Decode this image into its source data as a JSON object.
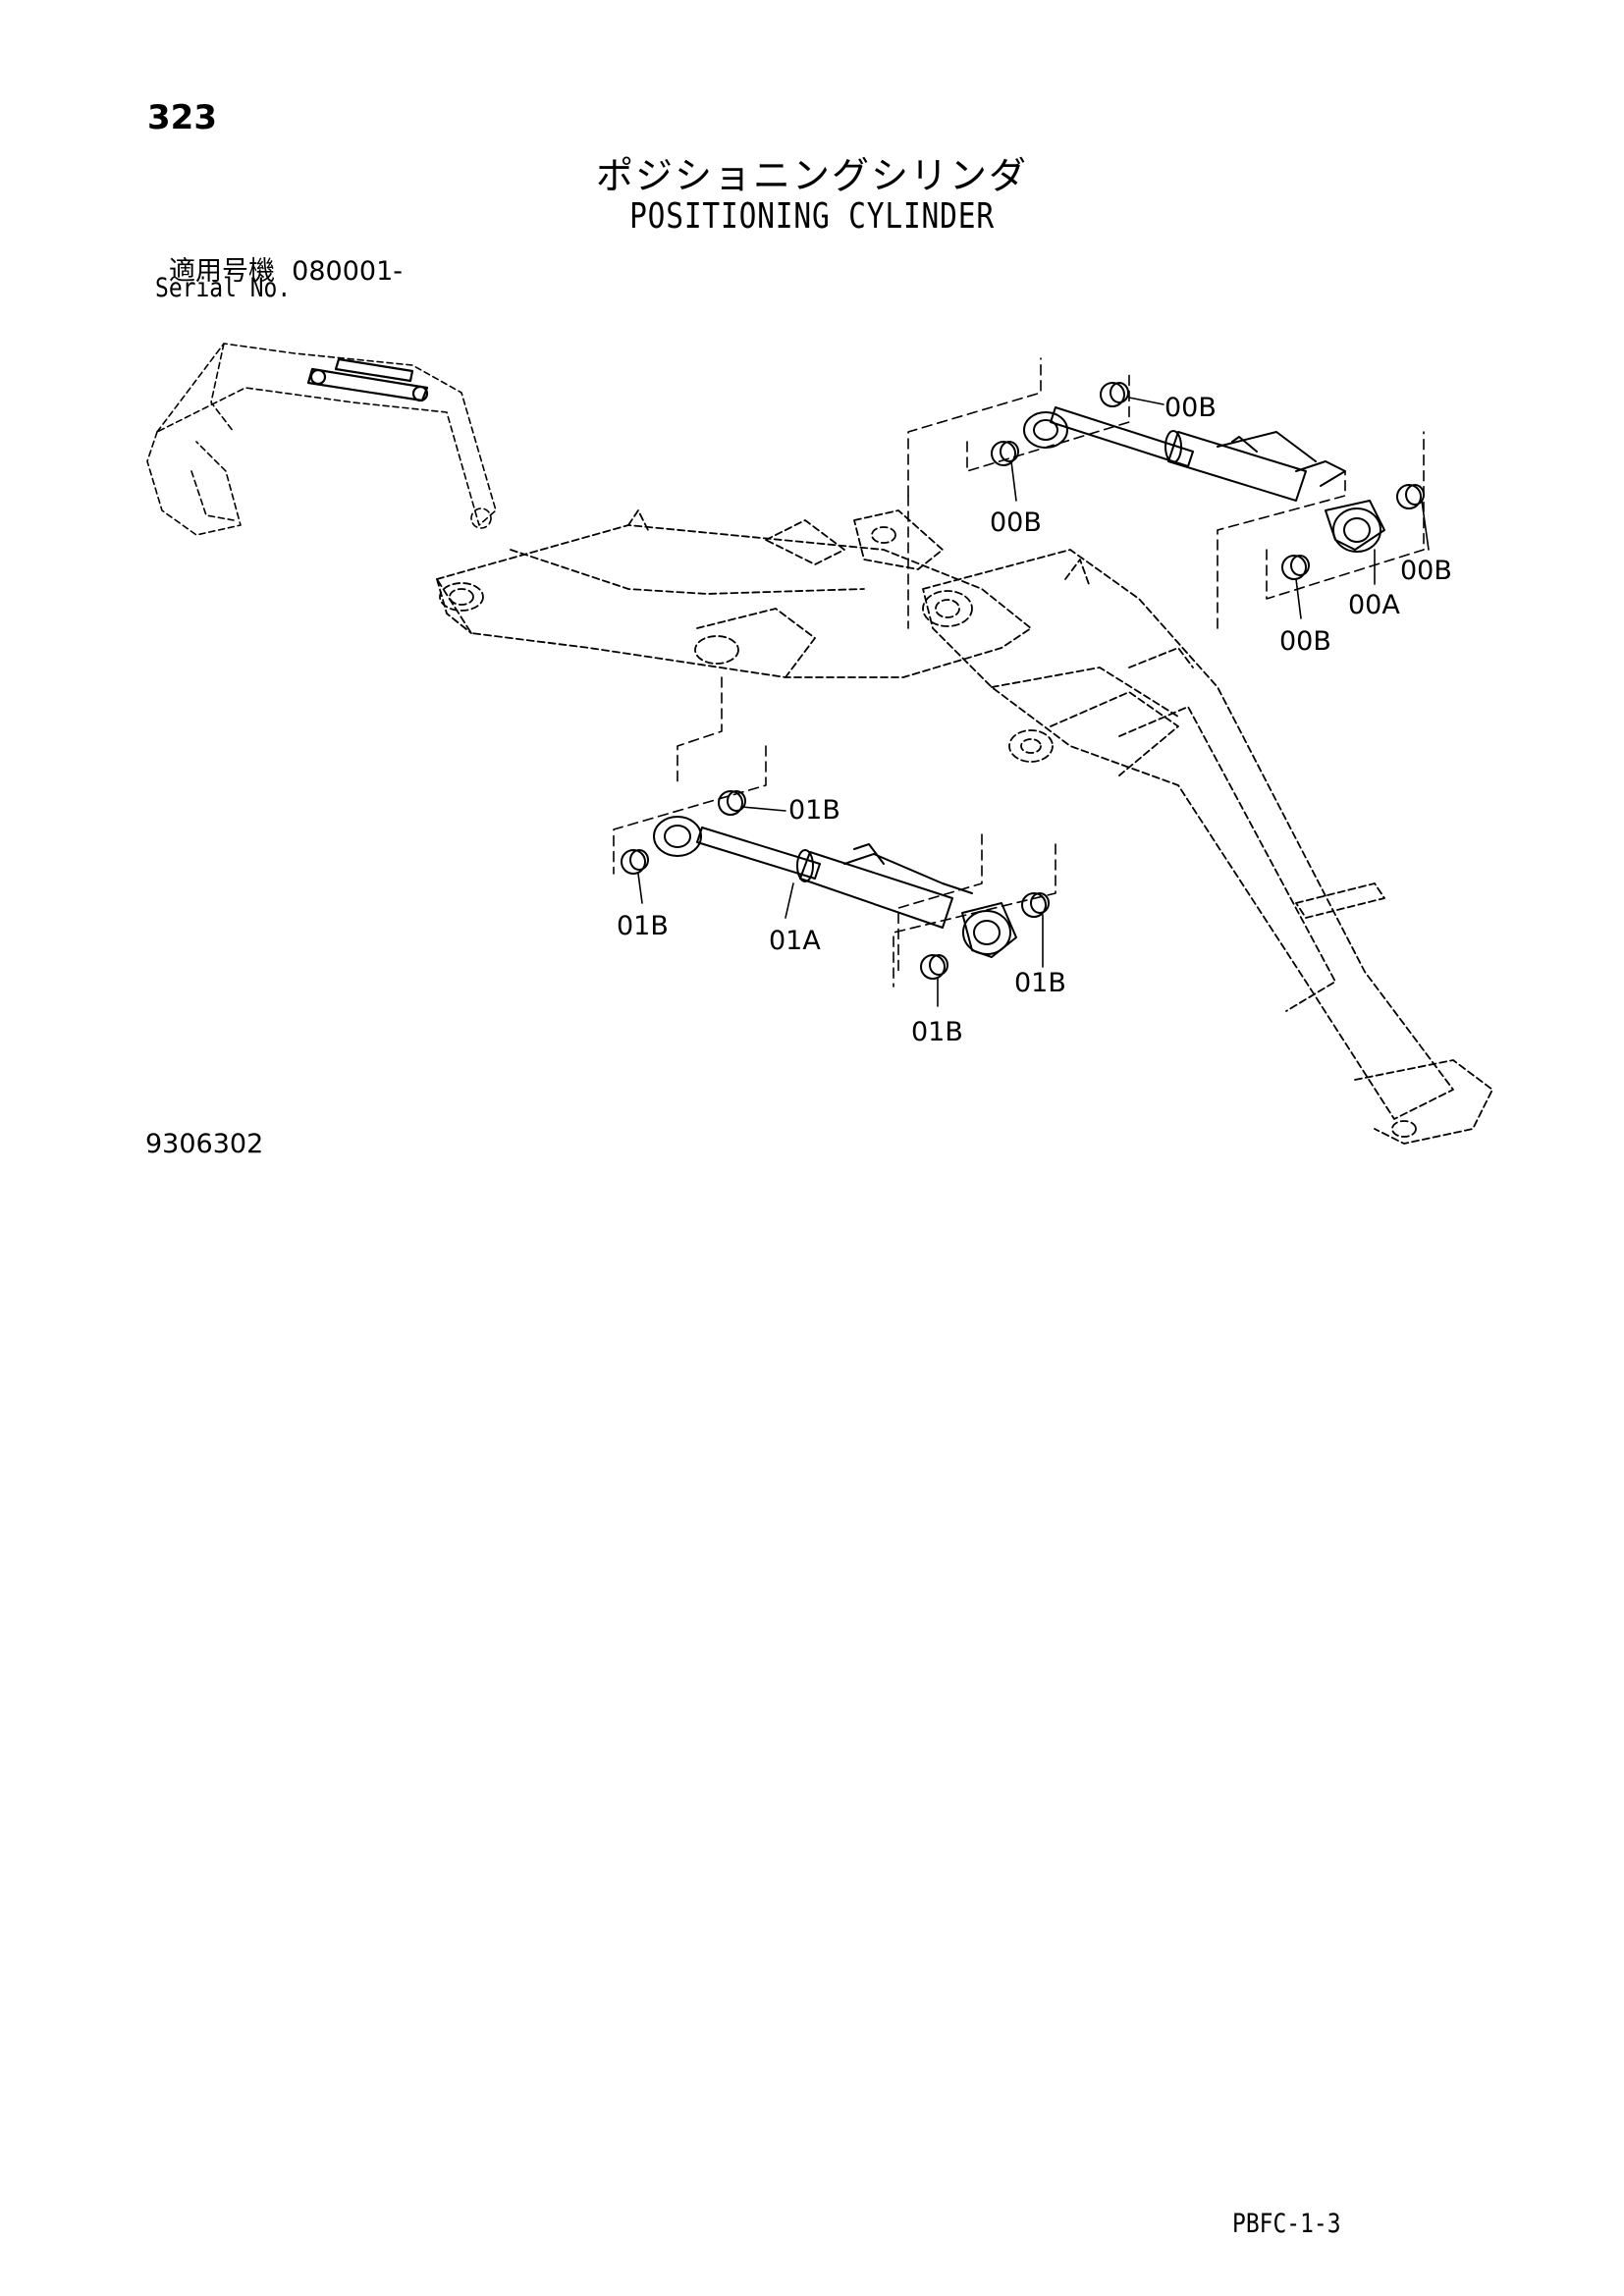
{
  "header": {
    "page_number": "323",
    "title_jp": "ポジショニングシリンダ",
    "title_en": "POSITIONING CYLINDER",
    "serial_label_jp": "適用号機",
    "serial_value": "080001-",
    "serial_label_en": "Serial No."
  },
  "callouts": {
    "c_00B_top": "00B",
    "c_00B_left": "00B",
    "c_00B_right": "00B",
    "c_00A": "00A",
    "c_00B_bottom": "00B",
    "c_01B_top": "01B",
    "c_01B_left": "01B",
    "c_01A": "01A",
    "c_01B_right": "01B",
    "c_01B_bottom": "01B"
  },
  "footer": {
    "figure_id": "9306302",
    "page_code": "PBFC-1-3"
  }
}
